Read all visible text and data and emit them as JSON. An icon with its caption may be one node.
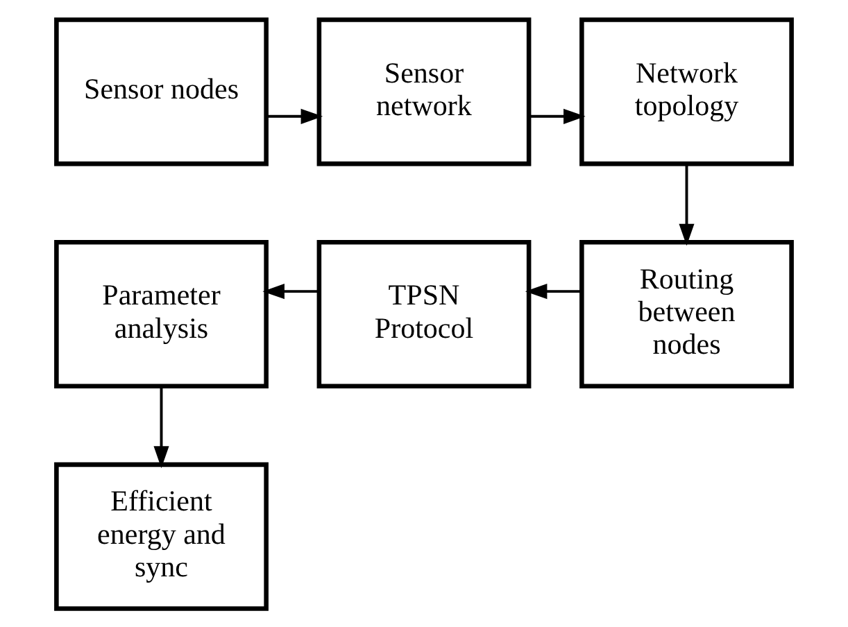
{
  "diagram": {
    "nodes": [
      {
        "text": [
          "Sensor nodes"
        ]
      },
      {
        "text": [
          "Sensor network"
        ]
      },
      {
        "text": [
          "Network topology"
        ]
      },
      {
        "text": [
          "Routing between nodes"
        ]
      },
      {
        "text": [
          "TPSN Protocol"
        ]
      },
      {
        "text": [
          "Parameter analysis"
        ]
      },
      {
        "text": [
          "Efficient energy and sync"
        ]
      }
    ],
    "edges": [
      {
        "from": 0,
        "to": 1,
        "arrow": "to"
      },
      {
        "from": 1,
        "to": 2,
        "arrow": "to"
      },
      {
        "from": 2,
        "to": 3,
        "arrow": "to"
      },
      {
        "from": 3,
        "to": 4,
        "arrow": "to"
      },
      {
        "from": 4,
        "to": 5,
        "arrow": "to"
      },
      {
        "from": 5,
        "to": 6,
        "arrow": "to"
      }
    ]
  }
}
